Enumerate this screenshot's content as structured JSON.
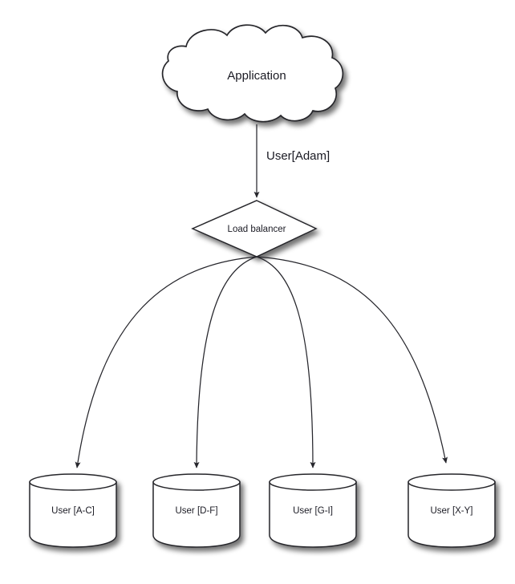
{
  "diagram": {
    "title_text": "Application",
    "background_color": "#ffffff",
    "stroke_color": "#26262c",
    "text_color": "#1a1a23",
    "fill_color": "#ffffff",
    "nodes": {
      "cloud": {
        "label": "Application",
        "shape_name": "cloud-shape"
      },
      "load_balancer": {
        "label": "Load balancer",
        "shape_name": "diamond-shape"
      },
      "databases": [
        {
          "label": "User [A-C]",
          "shape_name": "cylinder-shape"
        },
        {
          "label": "User [D-F]",
          "shape_name": "cylinder-shape"
        },
        {
          "label": "User [G-I]",
          "shape_name": "cylinder-shape"
        },
        {
          "label": "User [X-Y]",
          "shape_name": "cylinder-shape"
        }
      ]
    },
    "edges": [
      {
        "label": "User[Adam]",
        "from": "cloud",
        "to": "load_balancer"
      },
      {
        "label": "",
        "from": "load_balancer",
        "to": "User [A-C]"
      },
      {
        "label": "",
        "from": "load_balancer",
        "to": "User [D-F]"
      },
      {
        "label": "",
        "from": "load_balancer",
        "to": "User [G-I]"
      },
      {
        "label": "",
        "from": "load_balancer",
        "to": "User [X-Y]"
      }
    ]
  }
}
